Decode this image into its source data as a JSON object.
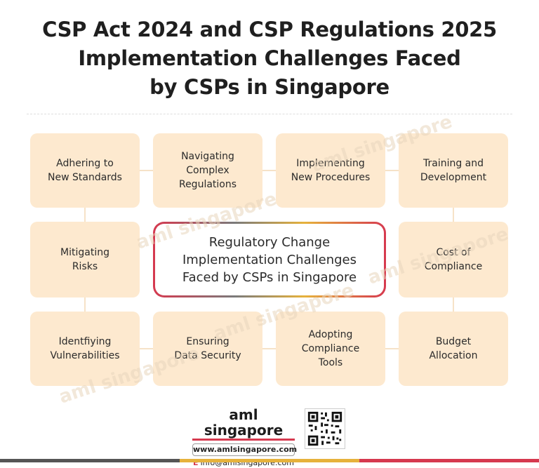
{
  "title": {
    "line1": "CSP Act 2024 and CSP Regulations 2025",
    "line2": "Implementation Challenges Faced",
    "line3": "by CSPs in Singapore"
  },
  "center": {
    "label": "Regulatory Change\nImplementation Challenges\nFaced by CSPs in Singapore"
  },
  "boxes": {
    "adhering": "Adhering to\nNew Standards",
    "navigating": "Navigating\nComplex\nRegulations",
    "implementing": "Implementing\nNew Procedures",
    "training": "Training and\nDevelopment",
    "mitigating": "Mitigating\nRisks",
    "cost": "Cost of\nCompliance",
    "identifying": "Identfiying\nVulnerabilities",
    "ensuring": "Ensuring\nData Security",
    "adopting": "Adopting\nCompliance\nTools",
    "budget": "Budget\nAllocation"
  },
  "watermark": "aml singapore",
  "brand": {
    "name": "aml singapore",
    "url": "www.amlsingapore.com",
    "email_prefix": "E",
    "email": "info@amlsingapore.com"
  },
  "colors": {
    "box_fill": "#fde9cf",
    "accent_red": "#d6394f",
    "accent_yellow": "#e6b23c",
    "accent_gray": "#555555"
  }
}
